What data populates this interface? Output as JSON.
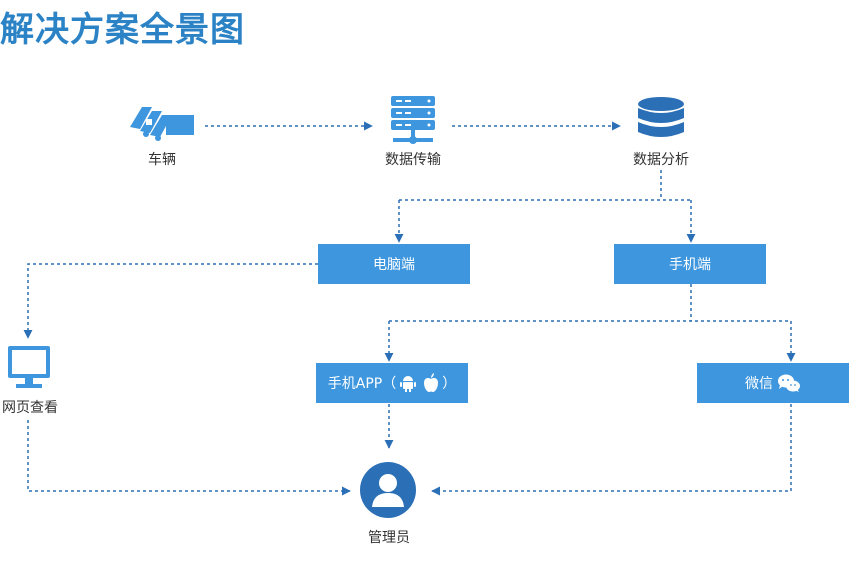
{
  "title": "解决方案全景图",
  "nodes": {
    "vehicles": "车辆",
    "data_transfer": "数据传输",
    "data_analysis": "数据分析",
    "pc": "电脑端",
    "mobile": "手机端",
    "web_view": "网页查看",
    "app_prefix": "手机APP（",
    "app_suffix": "）",
    "wechat": "微信",
    "admin": "管理员"
  },
  "colors": {
    "accent": "#3d96de",
    "line": "#2b6fb6",
    "title": "#2b83c6"
  }
}
